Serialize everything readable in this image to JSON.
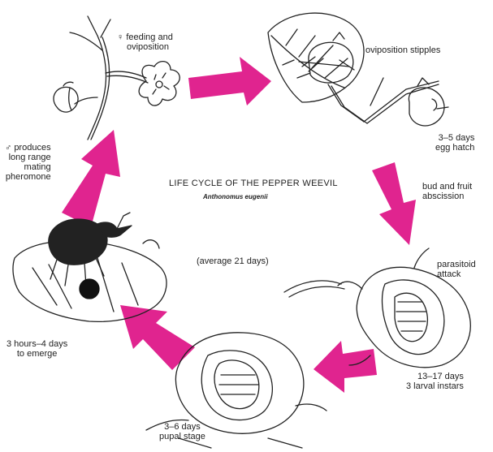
{
  "diagram": {
    "title": "LIFE CYCLE OF THE PEPPER WEEVIL",
    "species": "Anthonomus eugenii",
    "duration": "(average 21 days)",
    "stages": {
      "feeding": {
        "symbol": "♀",
        "lines": [
          "feeding and",
          "oviposition"
        ]
      },
      "stipples": {
        "lines": [
          "oviposition stipples"
        ]
      },
      "egg_hatch": {
        "lines": [
          "3–5 days",
          "egg hatch"
        ]
      },
      "abscission": {
        "lines": [
          "bud and fruit",
          "abscission"
        ]
      },
      "parasitoid": {
        "lines": [
          "parasitoid",
          "attack"
        ]
      },
      "larval": {
        "lines": [
          "13–17 days",
          "3 larval instars"
        ]
      },
      "pupal": {
        "lines": [
          "3–6 days",
          "pupal stage"
        ]
      },
      "emerge": {
        "lines": [
          "3 hours–4 days",
          "to emerge"
        ]
      },
      "pheromone": {
        "symbol": "♂",
        "lines": [
          "produces",
          "long range",
          "mating",
          "pheromone"
        ]
      }
    },
    "colors": {
      "arrow": "#e0248f",
      "ink": "#222222",
      "fruit_dark": "#111111"
    }
  }
}
